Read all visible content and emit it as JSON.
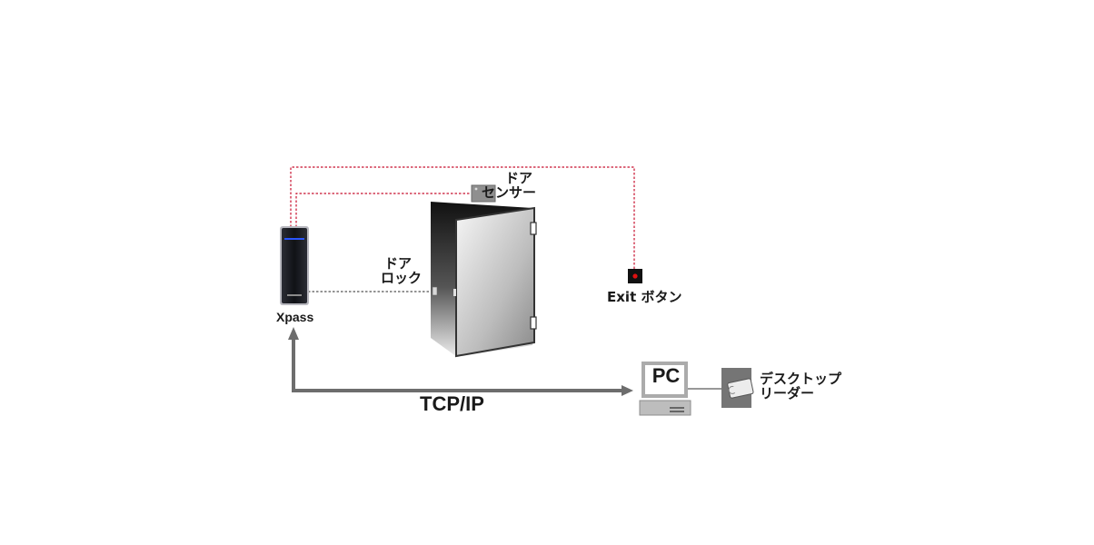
{
  "labels": {
    "xpass": "Xpass",
    "door_sensor_line1": "ドア",
    "door_sensor_line2": "センサー",
    "door_lock_line1": "ドア",
    "door_lock_line2": "ロック",
    "exit_button": "Exit ボタン",
    "protocol": "TCP/IP",
    "pc": "PC",
    "desktop_reader_line1": "デスクトップ",
    "desktop_reader_line2": "リーダー"
  },
  "colors": {
    "wire_red": "#c8102e",
    "wire_gray": "#555555",
    "arrow": "#6d6d6d",
    "device_dark": "#1c1e24",
    "status_led": "#2a55ff",
    "exit_led": "#e01010"
  }
}
